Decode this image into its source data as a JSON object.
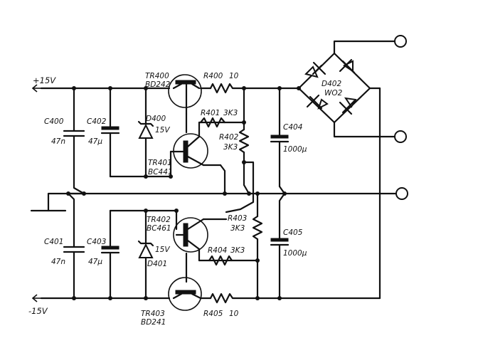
{
  "rails": {
    "pos": "+15V",
    "neg": "-15V"
  },
  "components": {
    "TR400": {
      "ref": "TR400",
      "type": "BD242"
    },
    "TR401": {
      "ref": "TR401",
      "type": "BC441"
    },
    "TR402": {
      "ref": "TR402",
      "type": "BC461"
    },
    "TR403": {
      "ref": "TR403",
      "type": "BD241"
    },
    "R400": {
      "ref": "R400",
      "value": "10"
    },
    "R401": {
      "ref": "R401",
      "value": "3K3"
    },
    "R402": {
      "ref": "R402",
      "value": "3K3"
    },
    "R403": {
      "ref": "R403",
      "value": "3K3"
    },
    "R404": {
      "ref": "R404",
      "value": "3K3"
    },
    "R405": {
      "ref": "R405",
      "value": "10"
    },
    "C400": {
      "ref": "C400",
      "value": "47n"
    },
    "C401": {
      "ref": "C401",
      "value": "47n"
    },
    "C402": {
      "ref": "C402",
      "value": "47µ"
    },
    "C403": {
      "ref": "C403",
      "value": "47µ"
    },
    "C404": {
      "ref": "C404",
      "value": "1000µ"
    },
    "C405": {
      "ref": "C405",
      "value": "1000µ"
    },
    "D400": {
      "ref": "D400",
      "value": "15V"
    },
    "D401": {
      "ref": "D401",
      "value": "15V"
    },
    "D402": {
      "ref": "D402",
      "type": "WO2"
    }
  }
}
